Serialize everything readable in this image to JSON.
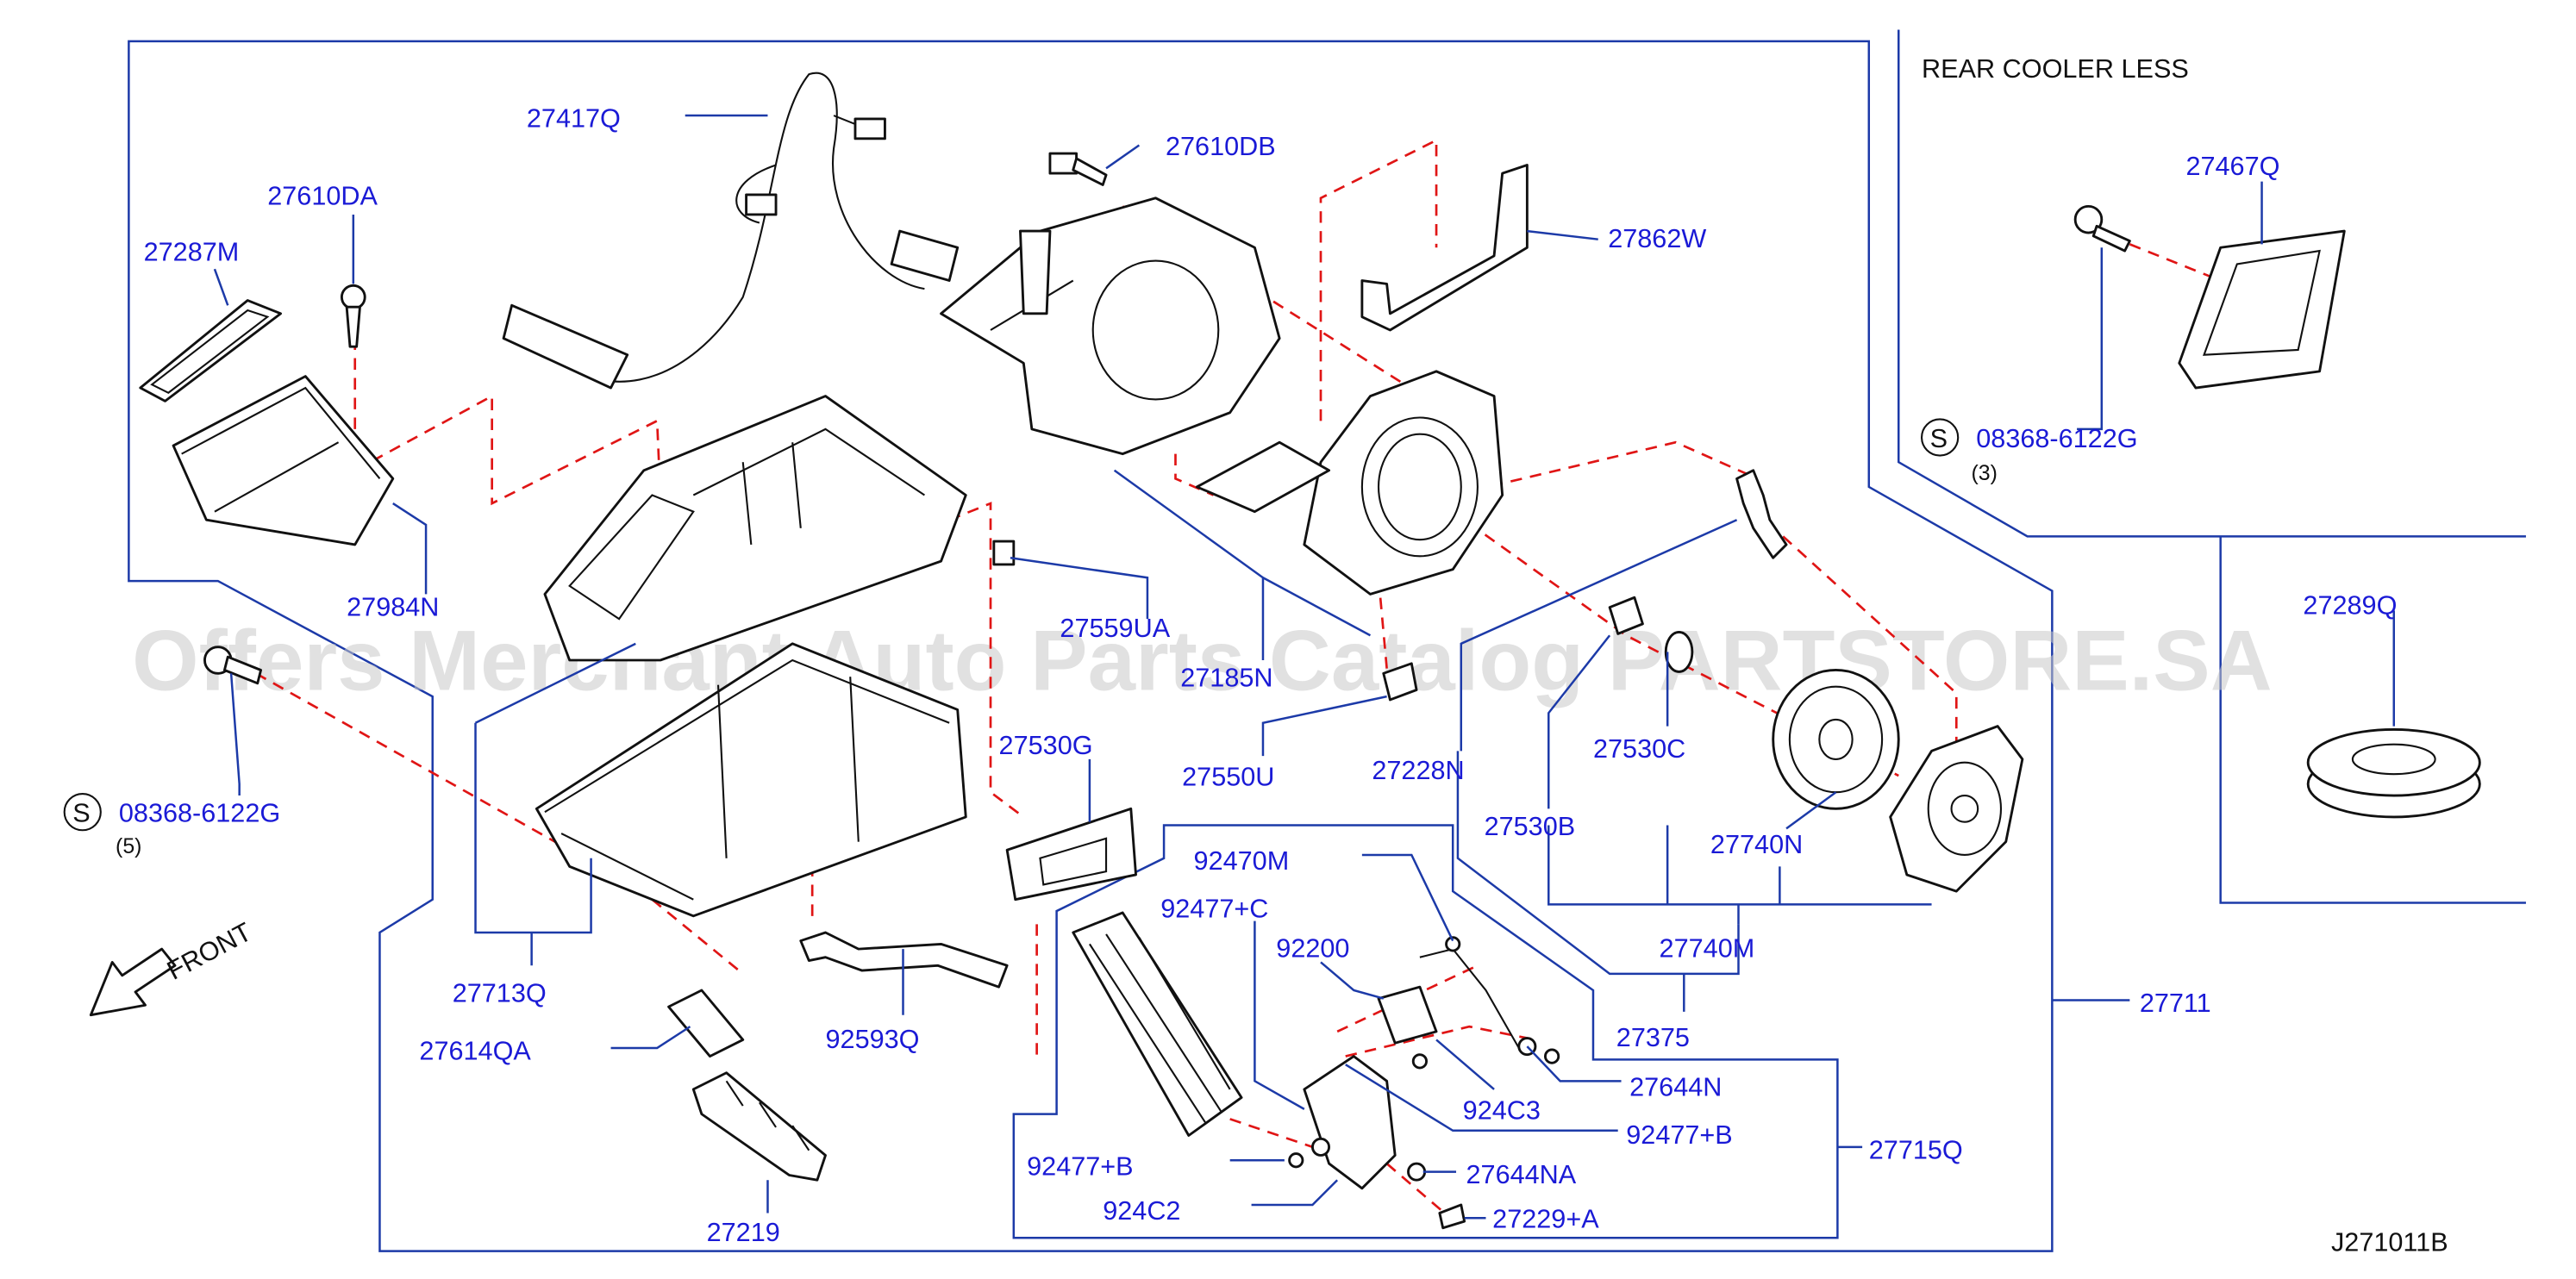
{
  "header": {
    "note": "REAR  COOLER  LESS"
  },
  "watermark": "Offers Merchant Auto Parts Catalog PARTSTORE.SA",
  "diagram_code": "J271011B",
  "front_label": "FRONT",
  "screw_symbol": "S",
  "labels": {
    "p27417Q": "27417Q",
    "p27610DB": "27610DB",
    "p27610DA": "27610DA",
    "p27287M": "27287M",
    "p27862W": "27862W",
    "p27467Q": "27467Q",
    "p08368_r": "08368-6122G",
    "q_r": "(3)",
    "p27984N": "27984N",
    "p27289Q": "27289Q",
    "p27559UA": "27559UA",
    "p27185N": "27185N",
    "p08368_l": "08368-6122G",
    "q_l": "(5)",
    "p27550U": "27550U",
    "p27228N": "27228N",
    "p27530C": "27530C",
    "p27530G": "27530G",
    "p27530B": "27530B",
    "p27740N": "27740N",
    "p92470M": "92470M",
    "p92477C": "92477+C",
    "p27740M": "27740M",
    "p92200": "92200",
    "p27713Q": "27713Q",
    "p27711": "27711",
    "p27375": "27375",
    "p27614QA": "27614QA",
    "p92593Q": "92593Q",
    "p27644N": "27644N",
    "p924C3": "924C3",
    "p92477B_r": "92477+B",
    "p27715Q": "27715Q",
    "p92477B_l": "92477+B",
    "p27644NA": "27644NA",
    "p924C2": "924C2",
    "p27229A": "27229+A",
    "p27219": "27219"
  }
}
